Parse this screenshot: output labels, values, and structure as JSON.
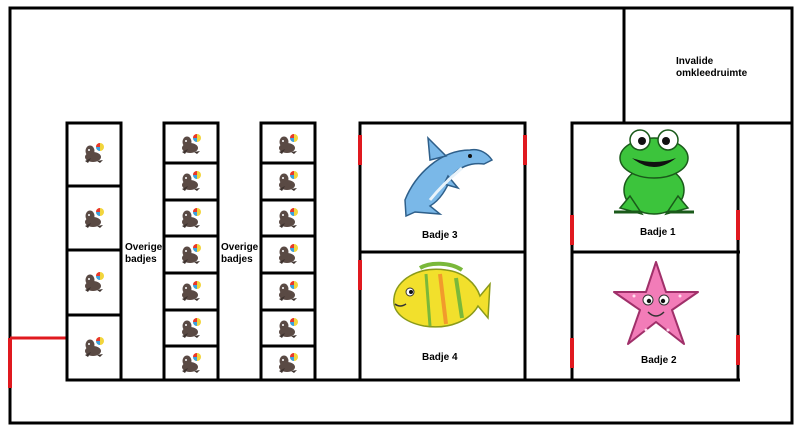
{
  "rooms": {
    "disabled_changing_room": "Invalide omkleedruimte",
    "other_cabins_left": "Overige badjes",
    "other_cabins_right": "Overige badjes",
    "cabin_1": "Badje 1",
    "cabin_2": "Badje 2",
    "cabin_3": "Badje 3",
    "cabin_4": "Badje 4"
  },
  "icons": {
    "small_cabin": "seal-with-ball-icon",
    "cabin_1": "frog-icon",
    "cabin_2": "starfish-icon",
    "cabin_3": "dolphin-icon",
    "cabin_4": "tropical-fish-icon"
  },
  "colors": {
    "wall": "#000000",
    "door": "#e0191f",
    "frog": "#3cc43c",
    "starfish": "#f27cb8",
    "dolphin": "#7ab8e8",
    "fish": "#f2e02c"
  }
}
